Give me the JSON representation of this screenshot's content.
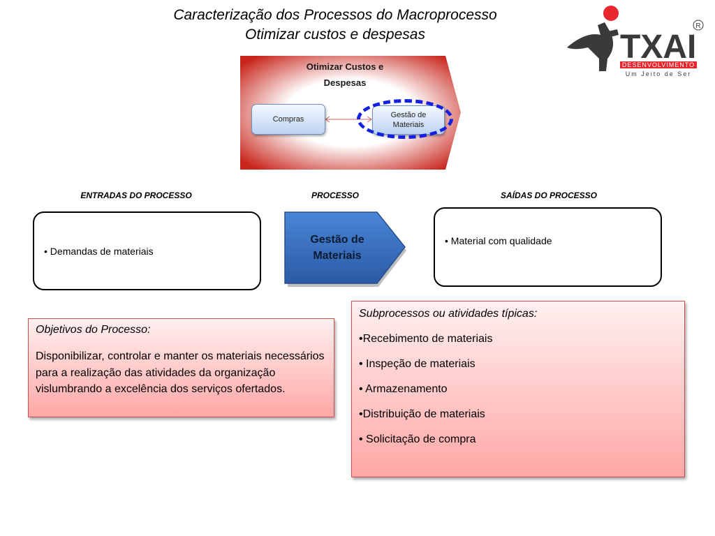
{
  "title": {
    "line1": "Caracterização dos Processos  do  Macroprocesso",
    "line2": "Otimizar custos e despesas"
  },
  "logo": {
    "brand": "TXAI",
    "tagline": "DESENVOLVIMENTO",
    "slogan": "Um Jeito de Ser",
    "registered": "R",
    "colors": {
      "red": "#e8262d",
      "dark": "#3a3a3a"
    }
  },
  "macroprocess": {
    "title_line1": "Otimizar Custos e",
    "title_line2": "Despesas",
    "box_left": "Compras",
    "box_right_line1": "Gestão de",
    "box_right_line2": "Materiais",
    "colors": {
      "red": "#c8261c",
      "highlight": "#1420e0"
    }
  },
  "columns": {
    "inputs_header": "ENTRADAS DO PROCESSO",
    "process_header": "PROCESSO",
    "outputs_header": "SAÍDAS DO PROCESSO"
  },
  "inputs": {
    "item": "• Demandas de materiais"
  },
  "process": {
    "line1": "Gestão de",
    "line2": "Materiais",
    "color": "#3a6fbf"
  },
  "outputs": {
    "item": "• Material com qualidade"
  },
  "objectives": {
    "heading": "Objetivos do Processo:",
    "body": "Disponibilizar, controlar e manter os materiais necessários para a realização das atividades da organização vislumbrando a excelência dos serviços ofertados."
  },
  "subprocesses": {
    "heading": "Subprocessos ou atividades típicas:",
    "items": [
      "•Recebimento de materiais",
      "• Inspeção de materiais",
      "• Armazenamento",
      "•Distribuição de materiais",
      "• Solicitação de compra"
    ]
  }
}
